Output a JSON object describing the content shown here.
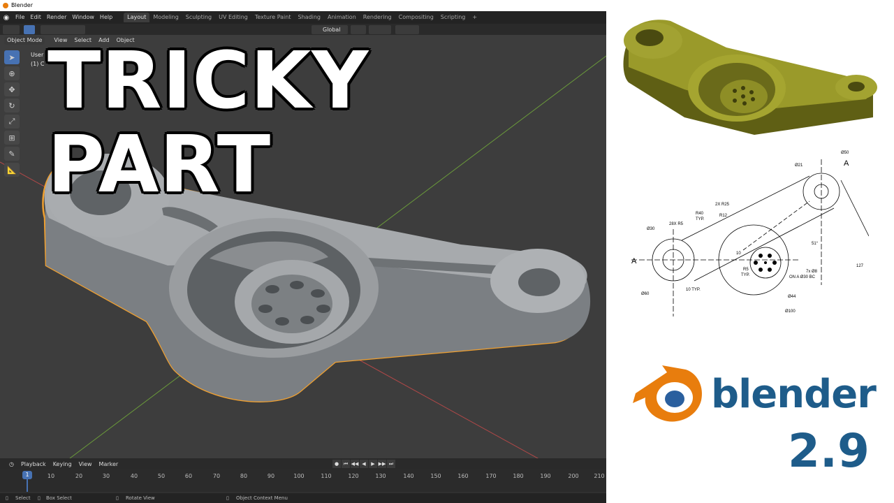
{
  "window": {
    "title": "Blender"
  },
  "menubar": {
    "menus": [
      "File",
      "Edit",
      "Render",
      "Window",
      "Help"
    ],
    "workspace_tabs": [
      "Layout",
      "Modeling",
      "Sculpting",
      "UV Editing",
      "Texture Paint",
      "Shading",
      "Animation",
      "Rendering",
      "Compositing",
      "Scripting"
    ],
    "active_tab": "Layout",
    "add_tab": "+"
  },
  "header": {
    "transform_orientation": "Global"
  },
  "viewport": {
    "mode": "Object Mode",
    "menus": [
      "View",
      "Select",
      "Add",
      "Object"
    ],
    "info_line1": "User",
    "info_line2": "(1) C"
  },
  "toolbar": {
    "tools": [
      "select-tool",
      "cursor-tool",
      "move-tool",
      "rotate-tool",
      "scale-tool",
      "transform-tool",
      "annotate-tool",
      "measure-tool"
    ]
  },
  "overlay": {
    "headline": "TRICKY PART"
  },
  "timeline": {
    "menus": [
      "Playback",
      "Keying",
      "View",
      "Marker"
    ],
    "current_frame": "1",
    "ticks": [
      "10",
      "20",
      "30",
      "40",
      "50",
      "60",
      "70",
      "80",
      "90",
      "100",
      "110",
      "120",
      "130",
      "140",
      "150",
      "160",
      "170",
      "180",
      "190",
      "200",
      "210"
    ],
    "transport": [
      "●",
      "⏮",
      "◀◀",
      "◀",
      "▶",
      "▶▶",
      "⏭"
    ]
  },
  "statusbar": {
    "items": [
      "Select",
      "Box Select",
      "Rotate View",
      "Object Context Menu"
    ]
  },
  "drawing": {
    "dims": [
      "Ø50",
      "Ø21",
      "A",
      "2X R25",
      "R40",
      "TYP.",
      "R12",
      "28X R5",
      "Ø30",
      "51°",
      "10",
      "A",
      "R5",
      "TYP.",
      "7x Ø8",
      "ON A Ø30 BC",
      "127",
      "10 TYP.",
      "Ø60",
      "Ø44",
      "Ø100"
    ]
  },
  "brand": {
    "name": "blender",
    "version": "2.9"
  },
  "colors": {
    "blender_bg": "#3d3d3d",
    "selection_outline": "#f0a030",
    "brand_blue": "#1e5c8a",
    "part_olive": "#9a9a2a",
    "axis_x": "#b04848",
    "axis_y": "#6a9a3a"
  }
}
